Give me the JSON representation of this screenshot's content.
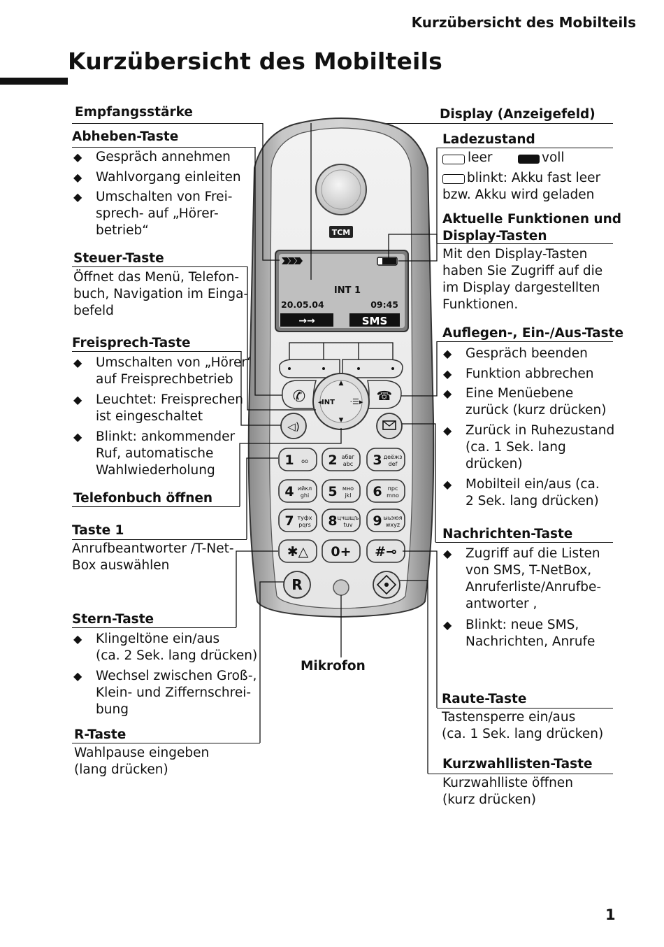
{
  "running_header": "Kurzübersicht des Mobilteils",
  "page_title": "Kurzübersicht des Mobilteils",
  "page_number": "1",
  "left": {
    "empfang": "Empfangsstärke",
    "abheben": {
      "title": "Abheben-Taste",
      "items": [
        "Gespräch annehmen",
        "Wahlvorgang einleiten",
        "Umschalten von Frei-\nsprech- auf „Hörer-\nbetrieb“"
      ]
    },
    "steuer": {
      "title": "Steuer-Taste",
      "text": "Öffnet das Menü, Telefon-\nbuch, Navigation im Einga-\nbefeld"
    },
    "freisprech": {
      "title": "Freisprech-Taste",
      "items": [
        "Umschalten von „Hörer“-\nauf Freisprechbetrieb",
        "Leuchtet: Freisprechen\nist eingeschaltet",
        "Blinkt: ankommender\nRuf, automatische\nWahlwiederholung"
      ]
    },
    "telefonbuch": "Telefonbuch öffnen",
    "taste1": {
      "title": "Taste 1",
      "text": "Anrufbeantworter /T-Net-\nBox auswählen"
    },
    "stern": {
      "title": "Stern-Taste",
      "items": [
        "Klingeltöne ein/aus\n(ca. 2 Sek. lang drücken)",
        "Wechsel zwischen Groß-,\nKlein- und Ziffernschrei-\nbung"
      ]
    },
    "rtaste": {
      "title": "R-Taste",
      "text": "Wahlpause eingeben\n(lang drücken)"
    }
  },
  "center": {
    "mikrofon": "Mikrofon"
  },
  "right": {
    "display": "Display (Anzeigefeld)",
    "ladezustand": {
      "title": "Ladezustand",
      "leer": "leer",
      "voll": "voll",
      "blinkt": "blinkt: Akku fast leer\nbzw. Akku wird geladen"
    },
    "funktionen": {
      "title": "Aktuelle Funktionen und\nDisplay-Tasten",
      "text": "Mit den Display-Tasten\nhaben Sie Zugriff auf die\nim Display dargestellten\nFunktionen."
    },
    "auflegen": {
      "title": "Auflegen-, Ein-/Aus-Taste",
      "items": [
        "Gespräch beenden",
        "Funktion abbrechen",
        "Eine Menüebene\nzurück (kurz drücken)",
        "Zurück in Ruhezustand\n(ca. 1 Sek. lang\ndrücken)",
        "Mobilteil ein/aus (ca.\n2 Sek. lang drücken)"
      ]
    },
    "nachrichten": {
      "title": "Nachrichten-Taste",
      "items": [
        "Zugriff auf die Listen\nvon SMS, T-NetBox,\nAnruferliste/Anrufbe-\nantworter ,",
        "Blinkt: neue SMS,\nNachrichten, Anrufe"
      ]
    },
    "raute": {
      "title": "Raute-Taste",
      "text": "Tastensperre ein/aus\n(ca. 1 Sek. lang drücken)"
    },
    "kurzwahl": {
      "title": "Kurzwahllisten-Taste",
      "text": "Kurzwahlliste öffnen\n(kurz drücken)"
    }
  },
  "phone": {
    "brand": "TCM",
    "display_int": "INT 1",
    "display_date": "20.05.04",
    "display_time": "09:45",
    "softkey_left": "→→",
    "softkey_right": "SMS",
    "nav_left": "◂INT",
    "keys": [
      {
        "digit": "1",
        "sub": "oo"
      },
      {
        "digit": "2",
        "sub": "абвг\nabc"
      },
      {
        "digit": "3",
        "sub": "деёжз\ndef"
      },
      {
        "digit": "4",
        "sub": "ийкл\nghi"
      },
      {
        "digit": "5",
        "sub": "мно\njkl"
      },
      {
        "digit": "6",
        "sub": "прс\nmno"
      },
      {
        "digit": "7",
        "sub": "туфх\npqrs"
      },
      {
        "digit": "8",
        "sub": "цчшщъ\ntuv"
      },
      {
        "digit": "9",
        "sub": "ыьэюя\nwxyz"
      },
      {
        "digit": "✱△",
        "sub": ""
      },
      {
        "digit": "0+",
        "sub": ""
      },
      {
        "digit": "#⊸",
        "sub": ""
      }
    ],
    "r_key": "R"
  }
}
